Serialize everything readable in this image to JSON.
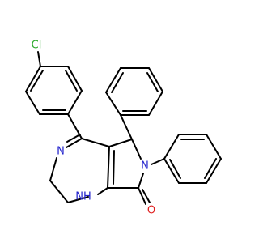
{
  "molecule": {
    "atoms": {
      "chlorine": "Cl",
      "imine_nitrogen": "N",
      "amide_nitrogen": "N",
      "amine": "NH",
      "carbonyl_oxygen": "O"
    },
    "colors": {
      "bond": "#000000",
      "chlorine": "#2aa82a",
      "nitrogen": "#2222cc",
      "oxygen": "#e02020"
    }
  }
}
